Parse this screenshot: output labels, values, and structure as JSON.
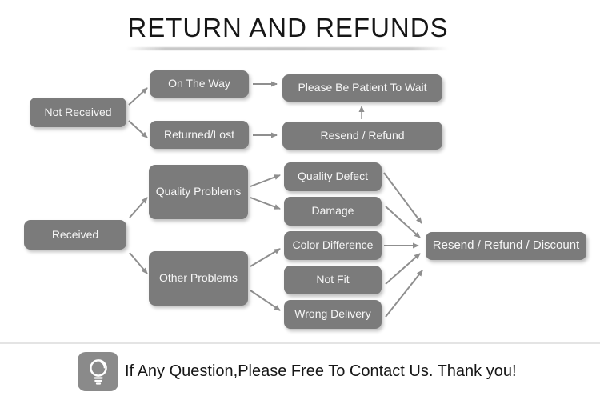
{
  "title": "RETURN AND REFUNDS",
  "flow": {
    "not_received": "Not Received",
    "on_the_way": "On The Way",
    "please_wait": "Please Be Patient To Wait",
    "returned_lost": "Returned/Lost",
    "resend_refund": "Resend / Refund",
    "received": "Received",
    "quality_problems": "Quality Problems",
    "other_problems": "Other Problems",
    "quality_defect": "Quality Defect",
    "damage": "Damage",
    "color_difference": "Color Difference",
    "not_fit": "Not Fit",
    "wrong_delivery": "Wrong Delivery",
    "resend_refund_discount": "Resend / Refund / Discount"
  },
  "edges": [
    {
      "from": "not_received",
      "to": "on_the_way"
    },
    {
      "from": "not_received",
      "to": "returned_lost"
    },
    {
      "from": "on_the_way",
      "to": "please_wait"
    },
    {
      "from": "returned_lost",
      "to": "resend_refund"
    },
    {
      "from": "resend_refund",
      "to": "please_wait"
    },
    {
      "from": "received",
      "to": "quality_problems"
    },
    {
      "from": "received",
      "to": "other_problems"
    },
    {
      "from": "quality_problems",
      "to": "quality_defect"
    },
    {
      "from": "quality_problems",
      "to": "damage"
    },
    {
      "from": "other_problems",
      "to": "color_difference"
    },
    {
      "from": "other_problems",
      "to": "wrong_delivery"
    },
    {
      "from": "quality_defect",
      "to": "resend_refund_discount"
    },
    {
      "from": "damage",
      "to": "resend_refund_discount"
    },
    {
      "from": "color_difference",
      "to": "resend_refund_discount"
    },
    {
      "from": "not_fit",
      "to": "resend_refund_discount"
    },
    {
      "from": "wrong_delivery",
      "to": "resend_refund_discount"
    }
  ],
  "footer": {
    "icon": "lightbulb-icon",
    "text": "If Any Question,Please Free To Contact Us. Thank you!"
  },
  "colors": {
    "box": "#7b7b7b",
    "box_text": "#f7f7f7",
    "arrow": "#8f8f8f",
    "title_text": "#161616",
    "title_divider": "#c9c9c9",
    "footer_line": "#e4e4e4",
    "icon_bg": "#8a8a8a",
    "background": "#ffffff"
  }
}
